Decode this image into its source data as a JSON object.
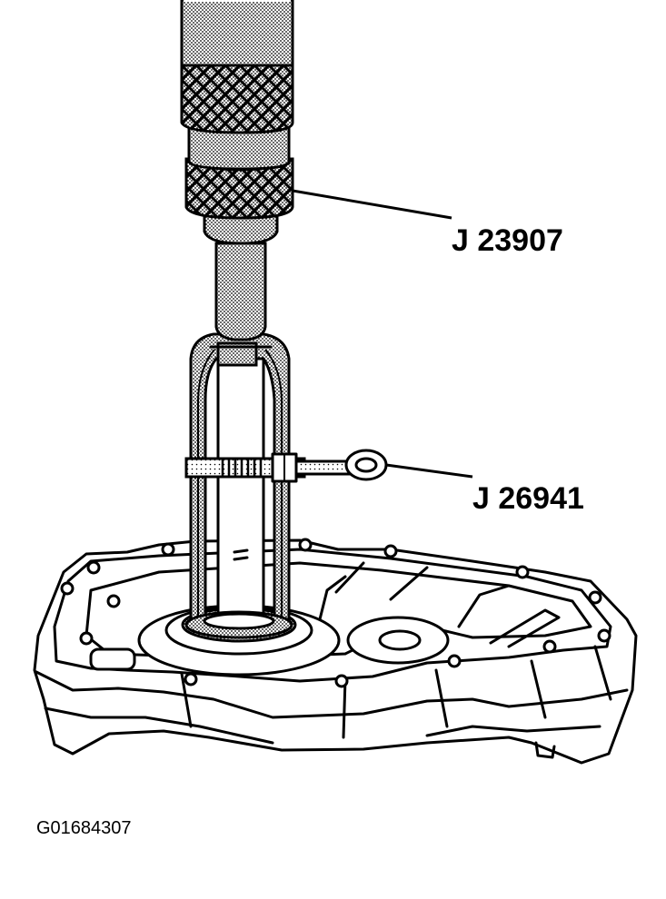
{
  "callouts": [
    {
      "id": "tool-remover",
      "label": "J 23907"
    },
    {
      "id": "tool-puller",
      "label": "J 26941"
    }
  ],
  "figure_id": "G01684307"
}
